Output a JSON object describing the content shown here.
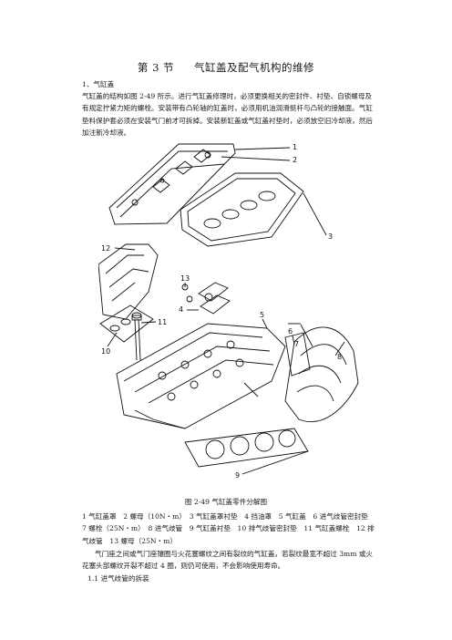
{
  "section": {
    "number": "第 3 节",
    "title": "气缸盖及配气机构的维修"
  },
  "heading1": "1、气缸盖",
  "paragraph1": "气缸盖的结构如图 2-49 所示。进行气缸盖修理时，必须更换相关的密封件、衬垫、自锁螺母及有规定拧紧力矩的螺栓。安装带有凸轮轴的缸盖时，必须用机油润滑挺杆与凸轮的接触面。气缸垫料保护套必须在安装气门前才可拆掉。安装新缸盖或气缸盖衬垫时，必须放空旧冷却液，然后加注新冷却液。",
  "figure": {
    "callouts": [
      "1",
      "2",
      "3",
      "12",
      "13",
      "4",
      "5",
      "11",
      "10",
      "6",
      "7",
      "8",
      "9"
    ],
    "caption": "图 2-49    气缸盖零件分解图"
  },
  "legend": "1 气缸盖罩　2 螺母（10N・m）　3 气缸盖罩衬垫　4 挡油罩　5 气缸盖　6 进气歧管密封垫　7 螺栓（25N・m）　8 进气歧管　9 气缸盖衬垫　10 排气歧管密封垫　11 气缸盖螺栓　12 排气歧管　13 螺母（25N・m）",
  "paragraph2": "气门座之间或气门座镶圈与火花塞螺纹之间有裂纹的气缸盖，若裂纹最宽不超过 3mm 或火花塞头部螺纹开裂不超过 4 圈，则仍可使用，不会影响使用寿命。",
  "heading2": "1.1 进气歧管的拆装"
}
